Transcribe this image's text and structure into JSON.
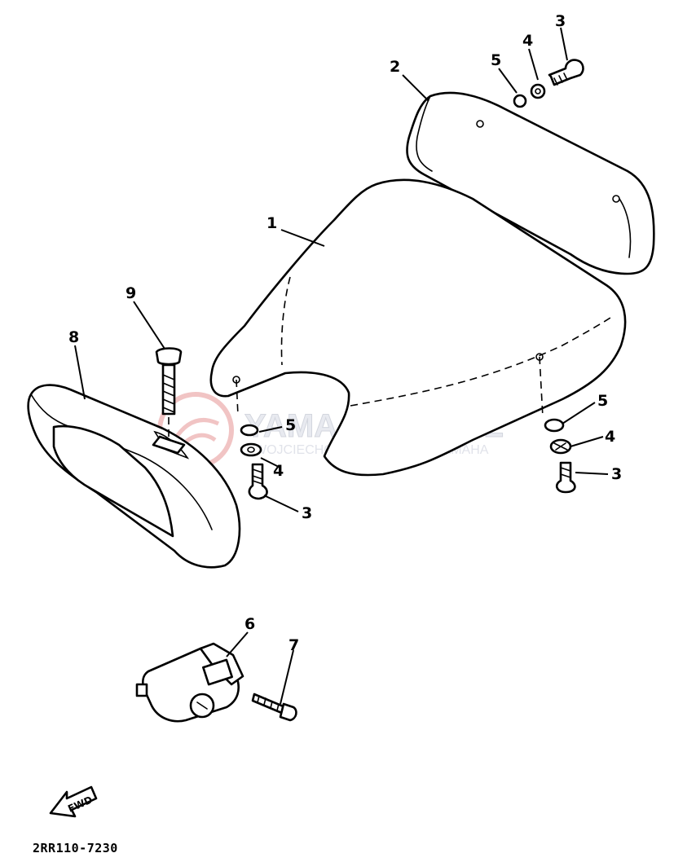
{
  "watermark": {
    "title": "YAMA-SKLEP.PL",
    "subtitle": "WOJCIECHOWICZ - DEALER YAMAHA",
    "brand_color": "#e9a0a0"
  },
  "callouts": {
    "seat": "1",
    "backrest": "2",
    "bolt": "3",
    "washer_lock": "4",
    "washer_plain": "5",
    "lock_assy": "6",
    "screw": "7",
    "side_cover": "8",
    "cover_bolt": "9"
  },
  "fwd_arrow": {
    "label": "FWD",
    "icon": "fwd-arrow-icon"
  },
  "diagram_code": "2RR110-7230"
}
